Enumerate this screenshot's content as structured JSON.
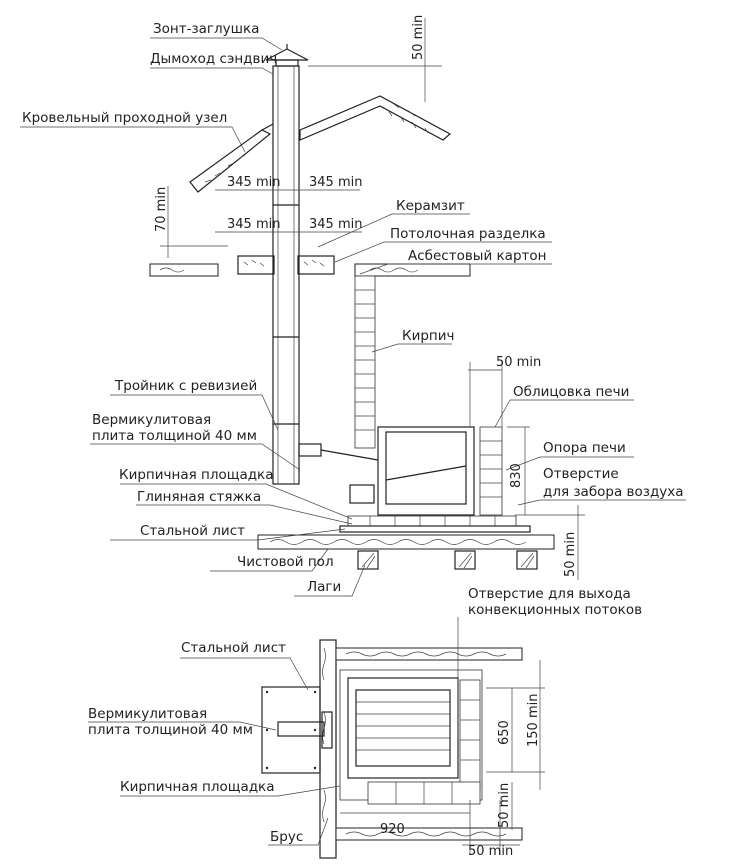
{
  "labels": {
    "umbrella_cap": "Зонт-заглушка",
    "sandwich_chimney": "Дымоход сэндвич",
    "roof_pass_through": "Кровельный проходной узел",
    "expanded_clay": "Керамзит",
    "ceiling_cut": "Потолочная разделка",
    "asbestos_board": "Асбестовый картон",
    "brick": "Кирпич",
    "stove_cladding": "Облицовка печи",
    "tee_with_inspection": "Тройник с ревизией",
    "vermiculite_top": "Вермикулитовая плита толщиной 40 мм",
    "stove_support": "Опора печи",
    "air_intake_hole": "Отверстие для забора воздуха",
    "brick_platform_top": "Кирпичная площадка",
    "clay_screed": "Глиняная стяжка",
    "steel_sheet_top": "Стальной лист",
    "finish_floor": "Чистовой пол",
    "joists": "Лаги",
    "convection_hole": "Отверстие для выхода конвекционных потоков",
    "steel_sheet_bottom": "Стальной лист",
    "vermiculite_bottom": "Вермикулитовая плита толщиной 40 мм",
    "brick_platform_bottom": "Кирпичная площадка",
    "beam": "Брус"
  },
  "dimensions": {
    "cap_clearance": "50 min",
    "roof_left": "345 min",
    "roof_right": "345 min",
    "ceiling_left": "345 min",
    "ceiling_right": "345 min",
    "roof_height": "70 min",
    "cladding_gap": "50 min",
    "stove_height": "830",
    "floor_gap": "50 min",
    "plan_side_clearance": "150 min",
    "plan_depth": "650",
    "plan_bottom_gap": "50 min",
    "plan_width": "920",
    "plan_right_gap": "50 min"
  }
}
